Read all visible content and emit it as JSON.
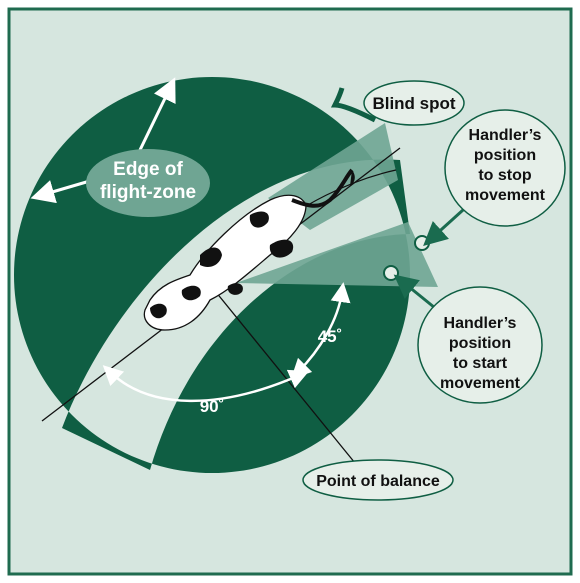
{
  "labels": {
    "edge_line1": "Edge of",
    "edge_line2": "flight-zone",
    "blind_spot": "Blind spot",
    "stop_line1": "Handler’s",
    "stop_line2": "position",
    "stop_line3": "to stop",
    "stop_line4": "movement",
    "start_line1": "Handler’s",
    "start_line2": "position",
    "start_line3": "to start",
    "start_line4": "movement",
    "angle_45": "45˚",
    "angle_90": "90˚",
    "point_of_balance": "Point of balance"
  },
  "colors": {
    "frame_border": "#1f6b4f",
    "background": "#d6e6df",
    "zone": "#0f5e43",
    "wedge": "#6fa593",
    "bubble": "#e6efe9",
    "arrow": "#ffffff"
  },
  "icons": {
    "cow": "cow-topview-icon",
    "handler_stop": "circle-marker-icon",
    "handler_start": "circle-marker-icon"
  }
}
